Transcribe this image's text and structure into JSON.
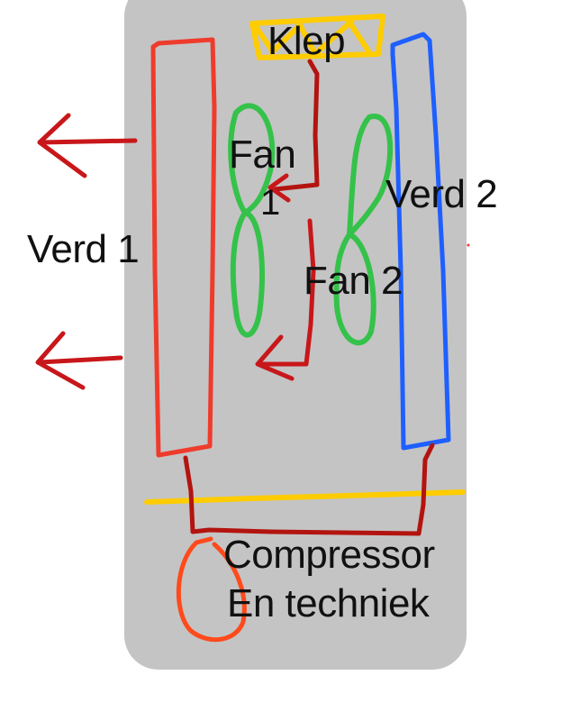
{
  "labels": {
    "verd1": "Verd 1",
    "verd2": "Verd 2",
    "fan1_line1": "Fan",
    "fan1_line2": "1",
    "fan2": "Fan 2",
    "klep": "Klep",
    "compressor_line1": "Compressor",
    "compressor_line2": "En techniek"
  },
  "colors": {
    "background": "#ffffff",
    "housing": "#c4c4c4",
    "evaporator_1": "#ef3b2c",
    "evaporator_2": "#1f5fff",
    "fan": "#35c24a",
    "valve_and_divider": "#ffcc00",
    "piping": "#b3140f",
    "airflow_arrows": "#c8171a",
    "compressor_loop": "#ff4a1c",
    "text": "#111111"
  }
}
